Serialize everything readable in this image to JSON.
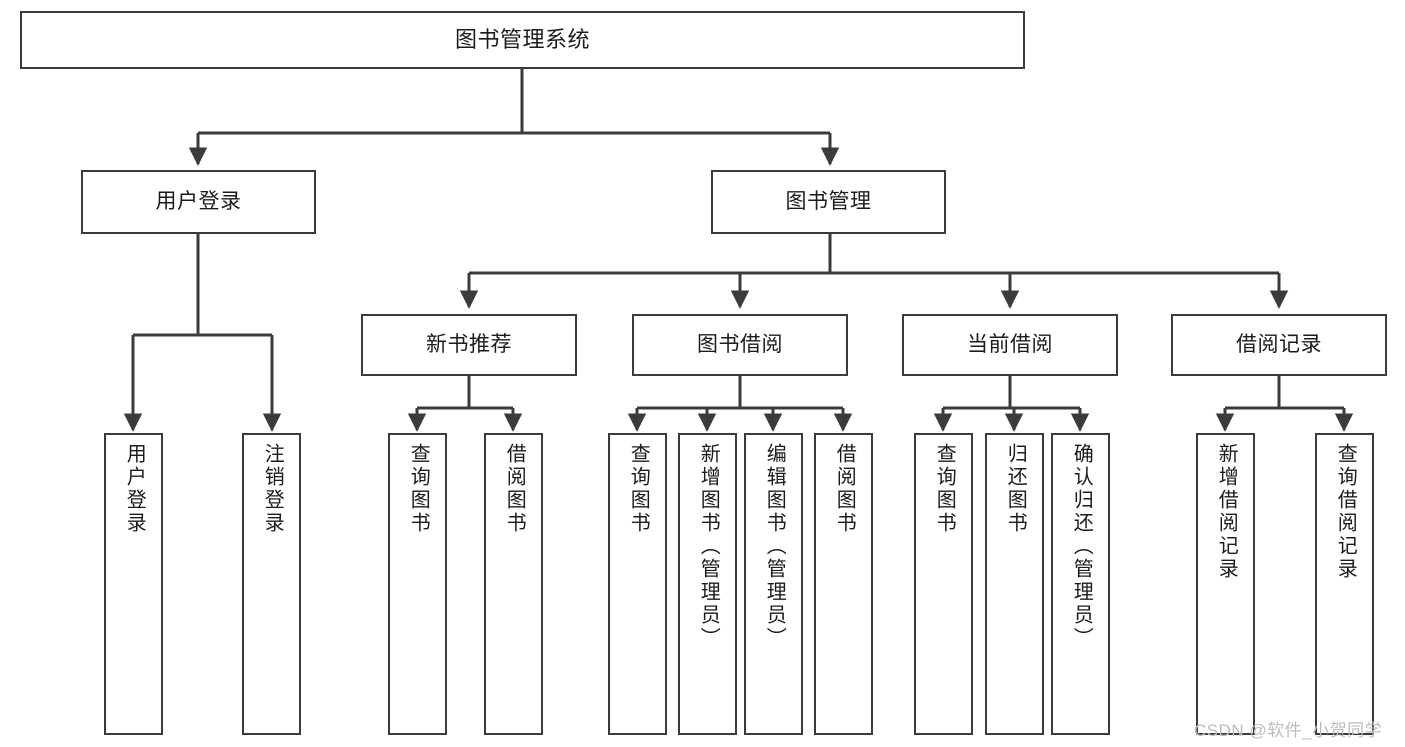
{
  "diagram": {
    "title": "图书管理系统",
    "type": "hierarchy-tree",
    "orientation": "top-down",
    "colors": {
      "background": "#ffffff",
      "box_border": "#3b3b3b",
      "box_fill": "#ffffff",
      "connector": "#3b3b3b",
      "text": "#1c1c1c",
      "watermark": "#bdbdbd"
    },
    "root": {
      "label": "图书管理系统"
    },
    "level2": [
      {
        "label": "用户登录"
      },
      {
        "label": "图书管理"
      }
    ],
    "level3": [
      {
        "label": "新书推荐"
      },
      {
        "label": "图书借阅"
      },
      {
        "label": "当前借阅"
      },
      {
        "label": "借阅记录"
      }
    ],
    "leaves": {
      "user_login": [
        {
          "label": "用户登录"
        },
        {
          "label": "注销登录"
        }
      ],
      "new_book_recommend": [
        {
          "label": "查询图书"
        },
        {
          "label": "借阅图书"
        }
      ],
      "book_borrow": [
        {
          "label": "查询图书"
        },
        {
          "label": "新增图书（管理员）"
        },
        {
          "label": "编辑图书（管理员）"
        },
        {
          "label": "借阅图书"
        }
      ],
      "current_borrow": [
        {
          "label": "查询图书"
        },
        {
          "label": "归还图书"
        },
        {
          "label": "确认归还（管理员）"
        }
      ],
      "borrow_record": [
        {
          "label": "新增借阅记录"
        },
        {
          "label": "查询借阅记录"
        }
      ]
    }
  },
  "watermark": {
    "text": "CSDN @软件_小贺同学"
  }
}
